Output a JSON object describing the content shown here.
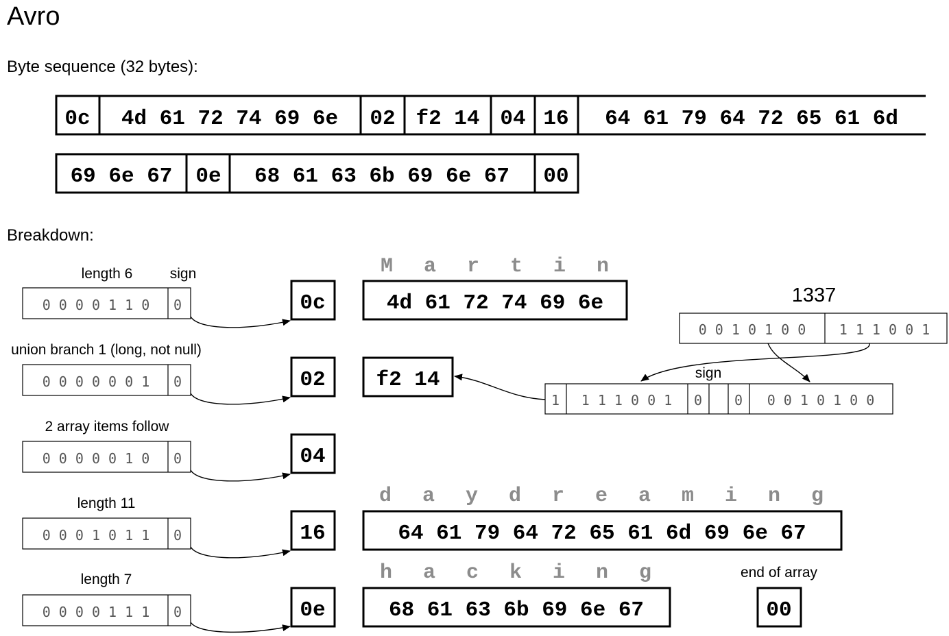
{
  "title": "Avro",
  "byte_sequence_label": "Byte sequence (32 bytes):",
  "breakdown_label": "Breakdown:",
  "sequence_row1": [
    "0c",
    "4d 61 72 74 69 6e",
    "02",
    "f2 14",
    "04",
    "16",
    "64 61 79 64 72 65 61 6d"
  ],
  "sequence_row2": [
    "69 6e 67",
    "0e",
    "68 61 63 6b 69 6e 67",
    "00"
  ],
  "rows": [
    {
      "label": "length 6",
      "sign_label": "sign",
      "bits": "0 0 0 0 1 1 0",
      "sign_bit": "0",
      "byte": "0c"
    },
    {
      "label": "union branch 1 (long, not null)",
      "bits": "0 0 0 0 0 0 1",
      "sign_bit": "0",
      "byte": "02"
    },
    {
      "label": "2 array items follow",
      "bits": "0 0 0 0 0 1 0",
      "sign_bit": "0",
      "byte": "04"
    },
    {
      "label": "length 11",
      "bits": "0 0 0 1 0 1 1",
      "sign_bit": "0",
      "byte": "16"
    },
    {
      "label": "length 7",
      "bits": "0 0 0 0 1 1 1",
      "sign_bit": "0",
      "byte": "0e"
    }
  ],
  "martin": {
    "letters": [
      "M",
      "a",
      "r",
      "t",
      "i",
      "n"
    ],
    "bytes": "4d 61 72 74 69 6e"
  },
  "number": {
    "value": "1337",
    "bits_high": "0 0 1 0 1 0 0",
    "bits_low": "1 1 1 0 0 1",
    "encoded_bytes": "f2 14",
    "varint_first_cont": "1",
    "varint_first_bits": "1 1 1 0 0 1",
    "varint_first_sign": "0",
    "varint_second_cont": "0",
    "varint_second_bits": "0 0 1 0 1 0 0",
    "sign_label": "sign"
  },
  "daydreaming": {
    "letters": [
      "d",
      "a",
      "y",
      "d",
      "r",
      "e",
      "a",
      "m",
      "i",
      "n",
      "g"
    ],
    "bytes": "64 61 79 64 72 65 61 6d 69 6e 67"
  },
  "hacking": {
    "letters": [
      "h",
      "a",
      "c",
      "k",
      "i",
      "n",
      "g"
    ],
    "bytes": "68 61 63 6b 69 6e 67"
  },
  "end_of_array": {
    "label": "end of array",
    "byte": "00"
  }
}
